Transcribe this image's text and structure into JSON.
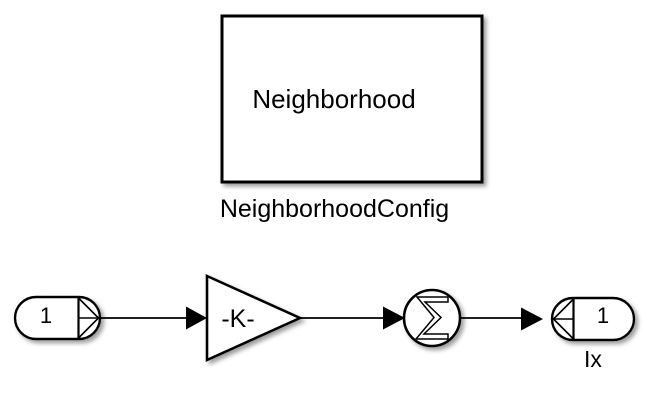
{
  "diagram": {
    "title": "Simulink Block Diagram",
    "background_color": "#ffffff",
    "line_color": "#000000",
    "shadow_color": "#9a9a9a"
  },
  "subsystem_block": {
    "label": "Neighborhood",
    "caption": "NeighborhoodConfig"
  },
  "inport_block": {
    "value": "1"
  },
  "gain_block": {
    "value": "-K-"
  },
  "sum_block": {
    "symbol": "Σ"
  },
  "outport_block": {
    "value": "1",
    "caption": "Ix"
  },
  "signals": [
    {
      "name": "inport-to-gain"
    },
    {
      "name": "gain-to-sum"
    },
    {
      "name": "sum-to-outport"
    }
  ]
}
